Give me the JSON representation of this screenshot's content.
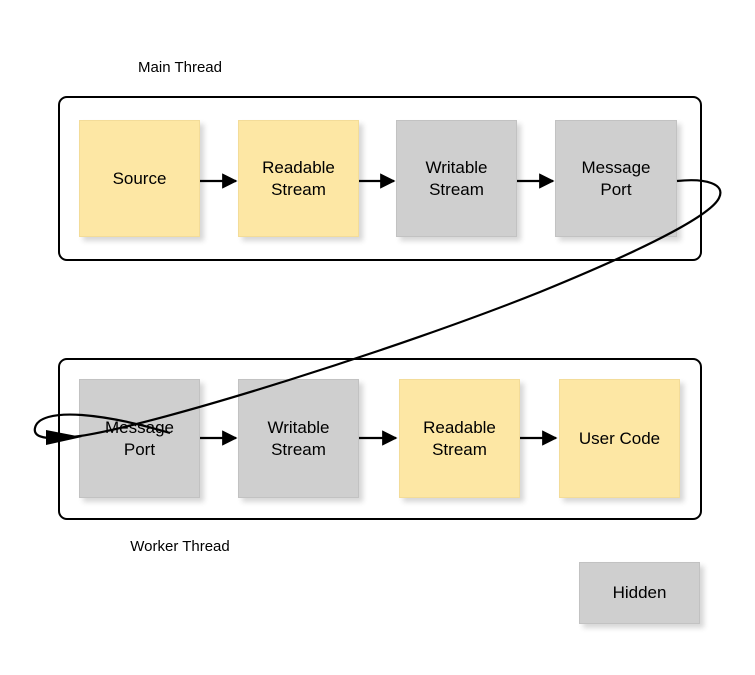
{
  "diagram": {
    "title_main": "Main Thread",
    "title_worker": "Worker Thread",
    "colors": {
      "yellow": "#fde7a4",
      "gray": "#cfcfcf",
      "stroke": "#000000",
      "background": "#ffffff"
    }
  },
  "main_thread": {
    "label": "Main Thread",
    "nodes": [
      {
        "id": "source",
        "label": "Source",
        "color": "yellow"
      },
      {
        "id": "readable-stream",
        "label": "Readable\nStream",
        "color": "yellow"
      },
      {
        "id": "writable-stream",
        "label": "Writable\nStream",
        "color": "gray"
      },
      {
        "id": "message-port",
        "label": "Message\nPort",
        "color": "gray"
      }
    ]
  },
  "worker_thread": {
    "label": "Worker Thread",
    "nodes": [
      {
        "id": "message-port",
        "label": "Message\nPort",
        "color": "gray"
      },
      {
        "id": "writable-stream",
        "label": "Writable\nStream",
        "color": "gray"
      },
      {
        "id": "readable-stream",
        "label": "Readable\nStream",
        "color": "yellow"
      },
      {
        "id": "user-code",
        "label": "User Code",
        "color": "yellow"
      }
    ]
  },
  "legend": {
    "nodes": [
      {
        "id": "hidden",
        "label": "Hidden",
        "color": "gray"
      }
    ]
  }
}
